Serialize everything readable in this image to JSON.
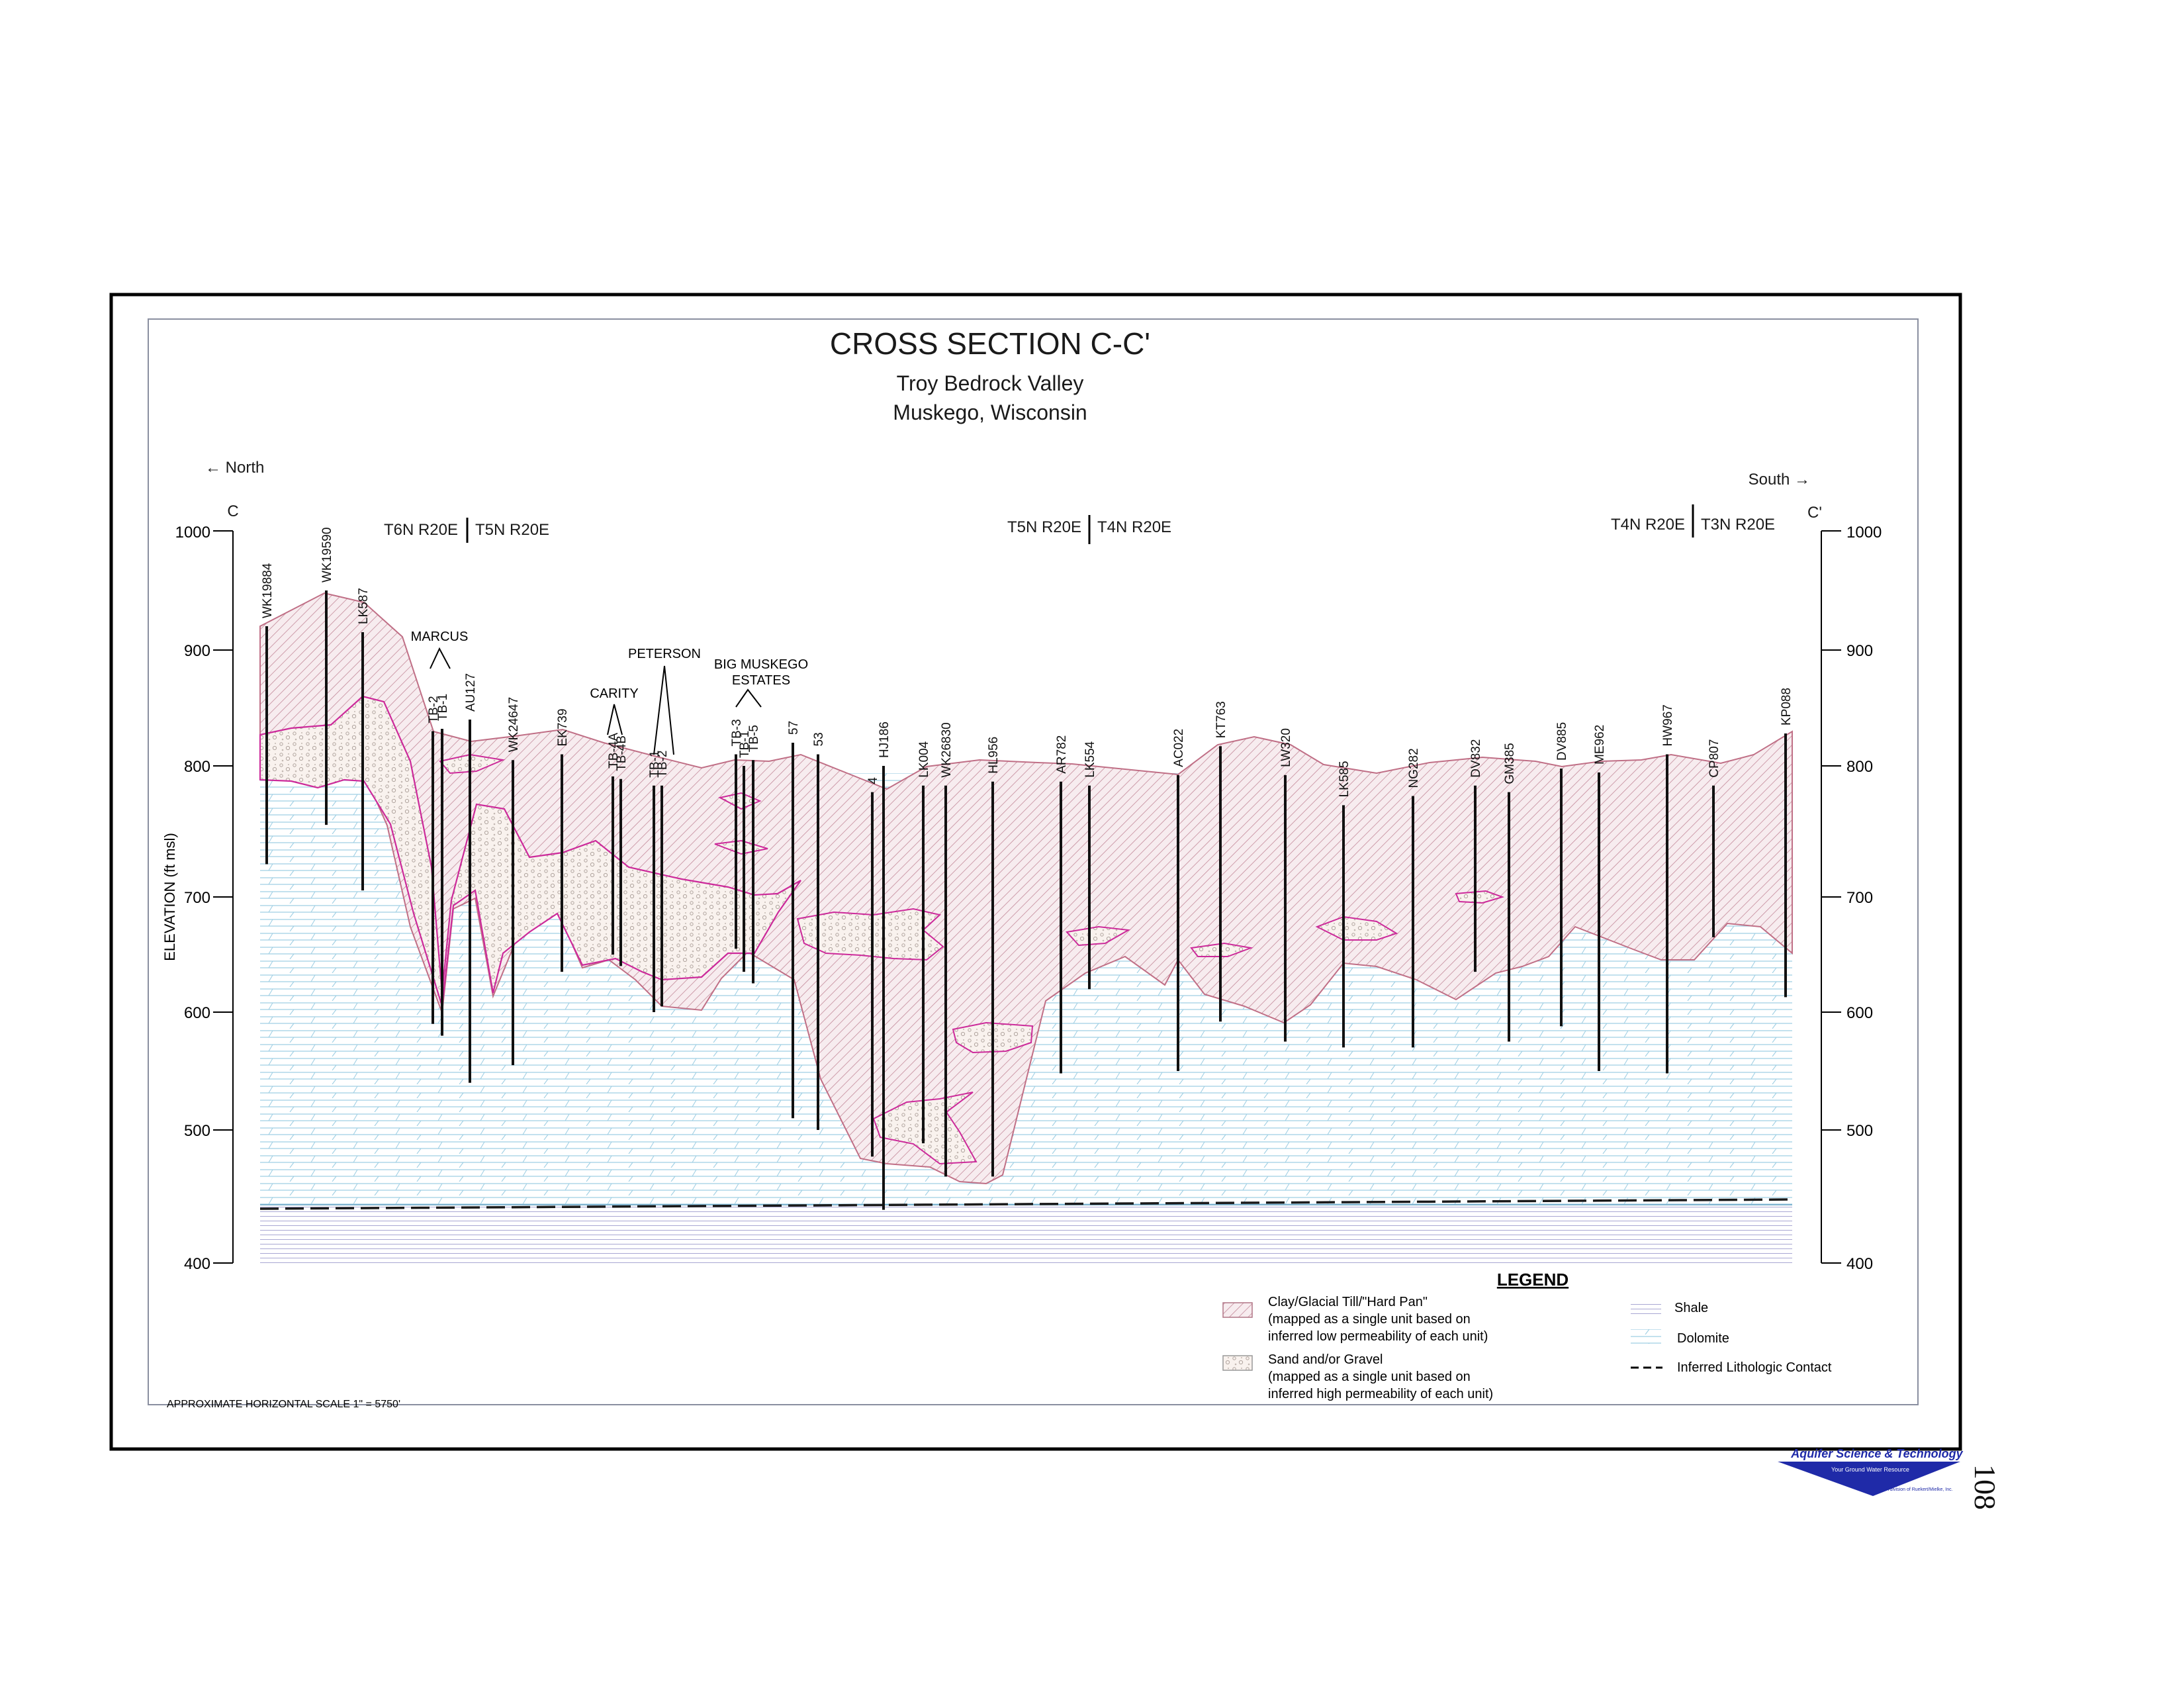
{
  "title": "CROSS SECTION C-C'",
  "subtitle_1": "Troy Bedrock Valley",
  "subtitle_2": "Muskego, Wisconsin",
  "north_label": "← North",
  "south_label": "South →",
  "end_left": "C",
  "end_right": "C'",
  "y_axis_label": "ELEVATION (ft msl)",
  "y_ticks": [
    "1000",
    "900",
    "800",
    "700",
    "600",
    "500",
    "400"
  ],
  "y_range": [
    400,
    1000
  ],
  "townships": [
    {
      "left": "T6N R20E",
      "right": "T5N R20E"
    },
    {
      "left": "T5N R20E",
      "right": "T4N R20E"
    },
    {
      "left": "T4N R20E",
      "right": "T3N R20E"
    }
  ],
  "well_groups": [
    "MARCUS",
    "CARITY",
    "PETERSON",
    "BIG MUSKEGO",
    "ESTATES"
  ],
  "wells": [
    {
      "id": "WK19884",
      "top": 920,
      "bottom": 725
    },
    {
      "id": "WK19590",
      "top": 950,
      "bottom": 755
    },
    {
      "id": "LK587",
      "top": 915,
      "bottom": 705
    },
    {
      "id": "TB-2",
      "top": 830,
      "bottom": 590
    },
    {
      "id": "TB-1",
      "top": 832,
      "bottom": 580
    },
    {
      "id": "AU127",
      "top": 840,
      "bottom": 540
    },
    {
      "id": "WK24647",
      "top": 805,
      "bottom": 555
    },
    {
      "id": "EK739",
      "top": 810,
      "bottom": 635
    },
    {
      "id": "TB-4A",
      "top": 792,
      "bottom": 650
    },
    {
      "id": "TB-4B",
      "top": 790,
      "bottom": 640
    },
    {
      "id": "TB-1",
      "top": 785,
      "bottom": 600
    },
    {
      "id": "TB-2",
      "top": 785,
      "bottom": 605
    },
    {
      "id": "TB-3",
      "top": 810,
      "bottom": 655
    },
    {
      "id": "TB-1",
      "top": 800,
      "bottom": 635
    },
    {
      "id": "TB-5",
      "top": 805,
      "bottom": 625
    },
    {
      "id": "57",
      "top": 820,
      "bottom": 510
    },
    {
      "id": "53",
      "top": 810,
      "bottom": 500
    },
    {
      "id": "4",
      "top": 780,
      "bottom": 480
    },
    {
      "id": "HJ186",
      "top": 800,
      "bottom": 440
    },
    {
      "id": "LK004",
      "top": 785,
      "bottom": 490
    },
    {
      "id": "WK26830",
      "top": 785,
      "bottom": 465
    },
    {
      "id": "HL956",
      "top": 788,
      "bottom": 465
    },
    {
      "id": "AR782",
      "top": 788,
      "bottom": 548
    },
    {
      "id": "LK554",
      "top": 785,
      "bottom": 620
    },
    {
      "id": "AC022",
      "top": 793,
      "bottom": 550
    },
    {
      "id": "KT763",
      "top": 817,
      "bottom": 592
    },
    {
      "id": "LW320",
      "top": 793,
      "bottom": 575
    },
    {
      "id": "LK585",
      "top": 770,
      "bottom": 570
    },
    {
      "id": "NG282",
      "top": 777,
      "bottom": 570
    },
    {
      "id": "DV832",
      "top": 785,
      "bottom": 635
    },
    {
      "id": "GM385",
      "top": 780,
      "bottom": 575
    },
    {
      "id": "DV885",
      "top": 798,
      "bottom": 588
    },
    {
      "id": "ME962",
      "top": 795,
      "bottom": 550
    },
    {
      "id": "HW967",
      "top": 810,
      "bottom": 548
    },
    {
      "id": "CP807",
      "top": 785,
      "bottom": 665
    },
    {
      "id": "KP088",
      "top": 828,
      "bottom": 613
    }
  ],
  "legend": {
    "heading": "LEGEND",
    "clay_line1": "Clay/Glacial Till/\"Hard Pan\"",
    "clay_line2": "(mapped as a single unit based on",
    "clay_line3": "inferred low permeability of each unit)",
    "sand_line1": "Sand and/or Gravel",
    "sand_line2": "(mapped as a single unit based on",
    "sand_line3": "inferred high permeability of each unit)",
    "shale": "Shale",
    "dolomite": "Dolomite",
    "contact": "Inferred Lithologic Contact"
  },
  "scale_note": "APPROXIMATE HORIZONTAL SCALE 1\" = 5750'",
  "logo": {
    "name": "Aquifer Science & Technology",
    "tagline": "Your Ground Water Resource",
    "sub": "A division of Ruekert/Mielke, Inc."
  },
  "page_number": "108",
  "colors": {
    "clay_hatch": "#c9899a",
    "clay_fill": "#f6eaed",
    "sand_outline": "#cc2a9a",
    "dolomite": "#8ec4dc",
    "shale": "#a3a0cd",
    "frame": "#000000",
    "inner_frame": "#8a8fa0",
    "logo_blue": "#1f2aa8"
  }
}
